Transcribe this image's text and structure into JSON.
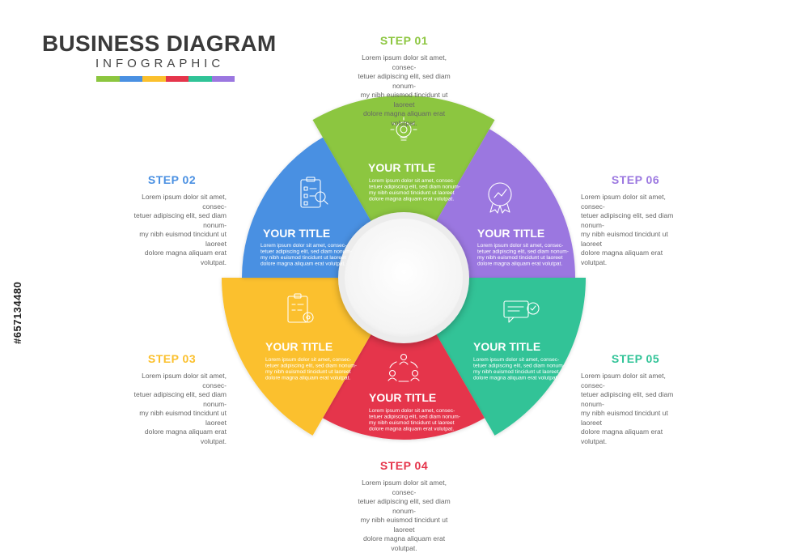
{
  "header": {
    "title": "BUSINESS DIAGRAM",
    "subtitle": "INFOGRAPHIC",
    "palette": [
      "#8cc63f",
      "#4a90e2",
      "#fbc02d",
      "#e5354b",
      "#30c397",
      "#9b77e0"
    ]
  },
  "steps": [
    {
      "label": "STEP 01",
      "color": "#8cc63f",
      "text": [
        "Lorem ipsum dolor sit amet, consec-",
        "tetuer adipiscing elit, sed diam nonum-",
        "my nibh euismod tincidunt ut laoreet",
        "dolore magna aliquam erat volutpat."
      ]
    },
    {
      "label": "STEP 02",
      "color": "#4a90e2",
      "text": [
        "Lorem ipsum dolor sit amet, consec-",
        "tetuer adipiscing elit, sed diam nonum-",
        "my nibh euismod tincidunt ut laoreet",
        "dolore magna aliquam erat volutpat."
      ]
    },
    {
      "label": "STEP 03",
      "color": "#fbc02d",
      "text": [
        "Lorem ipsum dolor sit amet, consec-",
        "tetuer adipiscing elit, sed diam nonum-",
        "my nibh euismod tincidunt ut laoreet",
        "dolore magna aliquam erat volutpat."
      ]
    },
    {
      "label": "STEP 04",
      "color": "#e5354b",
      "text": [
        "Lorem ipsum dolor sit amet, consec-",
        "tetuer adipiscing elit, sed diam nonum-",
        "my nibh euismod tincidunt ut laoreet",
        "dolore magna aliquam erat volutpat."
      ]
    },
    {
      "label": "STEP 05",
      "color": "#30c397",
      "text": [
        "Lorem ipsum dolor sit amet, consec-",
        "tetuer adipiscing elit, sed diam nonum-",
        "my nibh euismod tincidunt ut laoreet",
        "dolore magna aliquam erat volutpat."
      ]
    },
    {
      "label": "STEP 06",
      "color": "#9b77e0",
      "text": [
        "Lorem ipsum dolor sit amet, consec-",
        "tetuer adipiscing elit, sed diam nonum-",
        "my nibh euismod tincidunt ut laoreet",
        "dolore magna aliquam erat volutpat."
      ]
    }
  ],
  "segments": [
    {
      "step": "01",
      "title": "YOUR TITLE",
      "icon": "lightbulb-gear-icon",
      "color": "#8cc63f",
      "text": [
        "Lorem ipsum dolor sit amet, consec-",
        "tetuer adipiscing elit, sed diam nonum-",
        "my nibh euismod tincidunt ut laoreet",
        "dolore magna aliquam erat volutpat."
      ]
    },
    {
      "step": "06",
      "title": "YOUR TITLE",
      "icon": "award-badge-icon",
      "color": "#9b77e0",
      "text": [
        "Lorem ipsum dolor sit amet, consec-",
        "tetuer adipiscing elit, sed diam nonum-",
        "my nibh euismod tincidunt ut laoreet",
        "dolore magna aliquam erat volutpat."
      ]
    },
    {
      "step": "05",
      "title": "YOUR TITLE",
      "icon": "chat-review-icon",
      "color": "#30c397",
      "text": [
        "Lorem ipsum dolor sit amet, consec-",
        "tetuer adipiscing elit, sed diam nonum-",
        "my nibh euismod tincidunt ut laoreet",
        "dolore magna aliquam erat volutpat."
      ]
    },
    {
      "step": "04",
      "title": "YOUR TITLE",
      "icon": "team-network-icon",
      "color": "#e5354b",
      "text": [
        "Lorem ipsum dolor sit amet, consec-",
        "tetuer adipiscing elit, sed diam nonum-",
        "my nibh euismod tincidunt ut laoreet",
        "dolore magna aliquam erat volutpat."
      ]
    },
    {
      "step": "03",
      "title": "YOUR TITLE",
      "icon": "clipboard-gear-icon",
      "color": "#fbc02d",
      "text": [
        "Lorem ipsum dolor sit amet, consec-",
        "tetuer adipiscing elit, sed diam nonum-",
        "my nibh euismod tincidunt ut laoreet",
        "dolore magna aliquam erat volutpat."
      ]
    },
    {
      "step": "02",
      "title": "YOUR TITLE",
      "icon": "checklist-search-icon",
      "color": "#4a90e2",
      "text": [
        "Lorem ipsum dolor sit amet, consec-",
        "tetuer adipiscing elit, sed diam nonum-",
        "my nibh euismod tincidunt ut laoreet",
        "dolore magna aliquam erat volutpat."
      ]
    }
  ],
  "watermark": "#657134480"
}
